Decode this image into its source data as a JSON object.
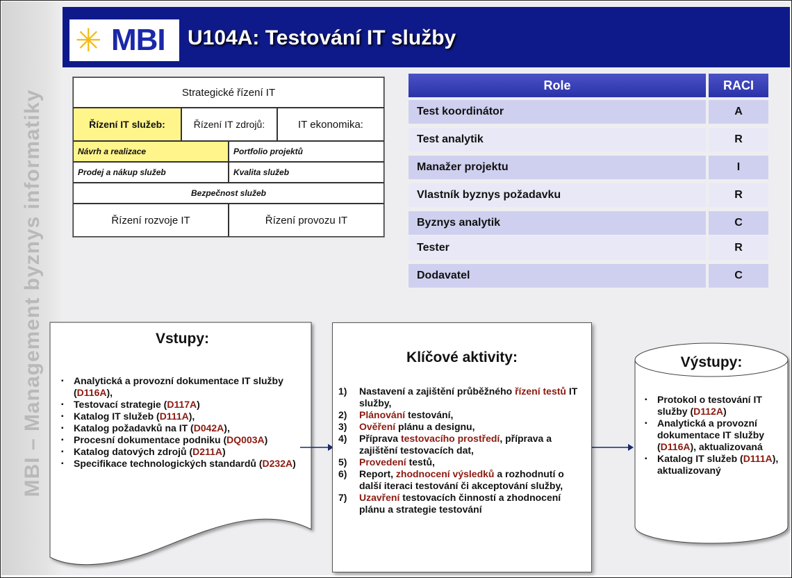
{
  "sidebar": {
    "text": "MBI – Management byznys informatiky"
  },
  "header": {
    "logo_text": "MBI",
    "logo_icon": "sun-icon",
    "title": "U104A: Testování IT služby"
  },
  "matrix": {
    "top": "Strategické řízení IT",
    "col1": "Řízení IT služeb:",
    "col2": "Řízení IT zdrojů:",
    "col3": "IT ekonomika:",
    "r1a": "Návrh a realizace",
    "r1b": "Portfolio projektů",
    "r2a": "Prodej a nákup služeb",
    "r2b": "Kvalita služeb",
    "r3": "Bezpečnost služeb",
    "b1": "Řízení rozvoje IT",
    "b2": "Řízení provozu IT",
    "highlight_color": "#fff58a"
  },
  "raci": {
    "header_role": "Role",
    "header_raci": "RACI",
    "rows": [
      {
        "role": "Test koordinátor",
        "value": "A"
      },
      {
        "role": "Test analytik",
        "value": "R"
      },
      {
        "role": "Manažer projektu",
        "value": "I"
      },
      {
        "role": "Vlastník byznys požadavku",
        "value": "R"
      },
      {
        "role": "Byznys analytik",
        "value": "C"
      },
      {
        "role": "Tester",
        "value": "R"
      },
      {
        "role": "Dodavatel",
        "value": "C"
      }
    ]
  },
  "inputs": {
    "title": "Vstupy:",
    "items": [
      {
        "pre": "Analytická  a provozní dokumentace IT služby (",
        "code": "D116A",
        "post": "),"
      },
      {
        "pre": "Testovací strategie (",
        "code": "D117A",
        "post": ")"
      },
      {
        "pre": "Katalog IT služeb (",
        "code": "D111A",
        "post": "),"
      },
      {
        "pre": "Katalog požadavků na IT (",
        "code": "D042A",
        "post": "),"
      },
      {
        "pre": "Procesní dokumentace podniku (",
        "code": "DQ003A",
        "post": ")"
      },
      {
        "pre": "Katalog datových zdrojů (",
        "code": "D211A",
        "post": ")"
      },
      {
        "pre": "Specifikace technologických standardů (",
        "code": "D232A",
        "post": ")"
      }
    ]
  },
  "activities": {
    "title": "Klíčové aktivity:",
    "items": [
      {
        "n": "1)",
        "parts": [
          {
            "t": "Nastavení a zajištění průběžného ",
            "h": false
          },
          {
            "t": "řízení testů",
            "h": true
          },
          {
            "t": " IT služby,",
            "h": false
          }
        ]
      },
      {
        "n": "2)",
        "parts": [
          {
            "t": "Plánování",
            "h": true
          },
          {
            "t": " testování,",
            "h": false
          }
        ]
      },
      {
        "n": "3)",
        "parts": [
          {
            "t": "Ověření",
            "h": true
          },
          {
            "t": " plánu a designu,",
            "h": false
          }
        ]
      },
      {
        "n": "4)",
        "parts": [
          {
            "t": "Příprava ",
            "h": false
          },
          {
            "t": "testovacího prostředí",
            "h": true
          },
          {
            "t": ", příprava a zajištění testovacích dat,",
            "h": false
          }
        ]
      },
      {
        "n": "5)",
        "parts": [
          {
            "t": "Provedení",
            "h": true
          },
          {
            "t": " testů,",
            "h": false
          }
        ]
      },
      {
        "n": "6)",
        "parts": [
          {
            "t": "Report, ",
            "h": false
          },
          {
            "t": "zhodnocení výsledků",
            "h": true
          },
          {
            "t": " a rozhodnutí o další iteraci testování či akceptování služby,",
            "h": false
          }
        ]
      },
      {
        "n": "7)",
        "parts": [
          {
            "t": "Uzavření",
            "h": true
          },
          {
            "t": " testovacích činností a zhodnocení plánu a strategie testování",
            "h": false
          }
        ]
      }
    ]
  },
  "outputs": {
    "title": "Výstupy:",
    "items": [
      {
        "pre": "Protokol o testování IT služby (",
        "code": "D112A",
        "post": ")"
      },
      {
        "pre": "Analytická  a provozní dokumentace IT služby (",
        "code": "D116A",
        "post": "), aktualizovaná"
      },
      {
        "pre": "Katalog IT služeb (",
        "code": "D111A",
        "post": "), aktualizovaný"
      }
    ]
  },
  "colors": {
    "header_bg": "#0f1a8a",
    "code_color": "#8b1a10",
    "raci_header": "#2a32a8",
    "row_dark": "#cfd0ef",
    "row_light": "#e8e8f6"
  }
}
